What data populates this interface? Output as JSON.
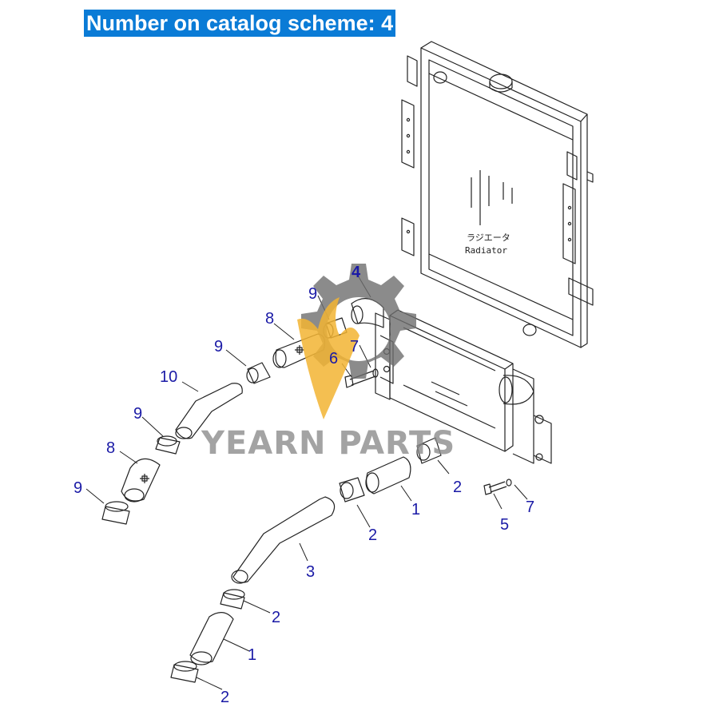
{
  "header": {
    "title": "Number on catalog scheme: 4"
  },
  "radiator": {
    "label_jp": "ラジエータ",
    "label_en": "Radiator"
  },
  "watermark": {
    "brand": "YEARN PARTS"
  },
  "colors": {
    "banner": "#0a7bd6",
    "callout": "#1a1aa6",
    "line": "#222222",
    "watermark_gear": "#6e6e6e",
    "watermark_flame": "#f2b432"
  },
  "callouts": [
    "4",
    "9",
    "8",
    "9",
    "6",
    "7",
    "10",
    "9",
    "8",
    "9",
    "2",
    "1",
    "2",
    "5",
    "7",
    "3",
    "2",
    "1",
    "2"
  ]
}
